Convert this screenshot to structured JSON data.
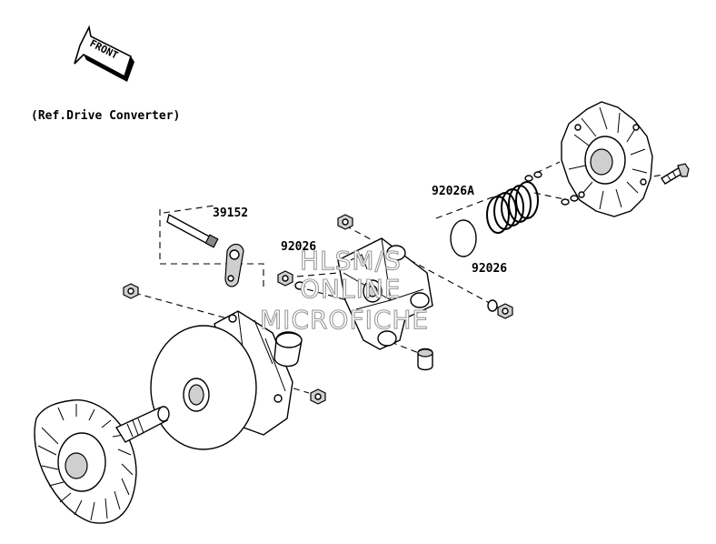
{
  "orientation": {
    "arrow_text": "FRONT"
  },
  "reference_note": "(Ref.Drive Converter)",
  "part_labels": {
    "p39152": "39152",
    "p92026_left": "92026",
    "p92026A": "92026A",
    "p92026_right": "92026"
  },
  "watermark": {
    "line1": "HLSM/S",
    "line2": "ONLINE",
    "line3": "MICROFICHE"
  }
}
